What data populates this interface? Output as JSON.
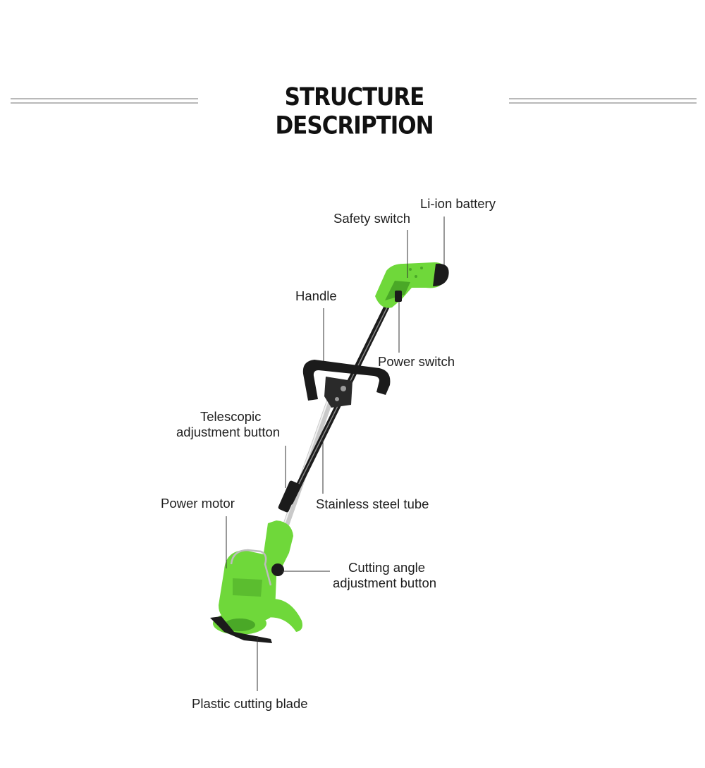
{
  "title": "STRUCTURE DESCRIPTION",
  "colors": {
    "body_green": "#6fd83a",
    "dark_green": "#4aa827",
    "black_plastic": "#1b1b1b",
    "steel": "#c7c7c7"
  },
  "labels": {
    "li_ion_battery": "Li-ion battery",
    "safety_switch": "Safety switch",
    "handle": "Handle",
    "power_switch": "Power switch",
    "telescopic_line1": "Telescopic",
    "telescopic_line2": "adjustment button",
    "stainless_steel_tube": "Stainless steel tube",
    "power_motor": "Power motor",
    "cutting_angle_line1": "Cutting angle",
    "cutting_angle_line2": "adjustment button",
    "plastic_cutting_blade": "Plastic cutting blade"
  }
}
